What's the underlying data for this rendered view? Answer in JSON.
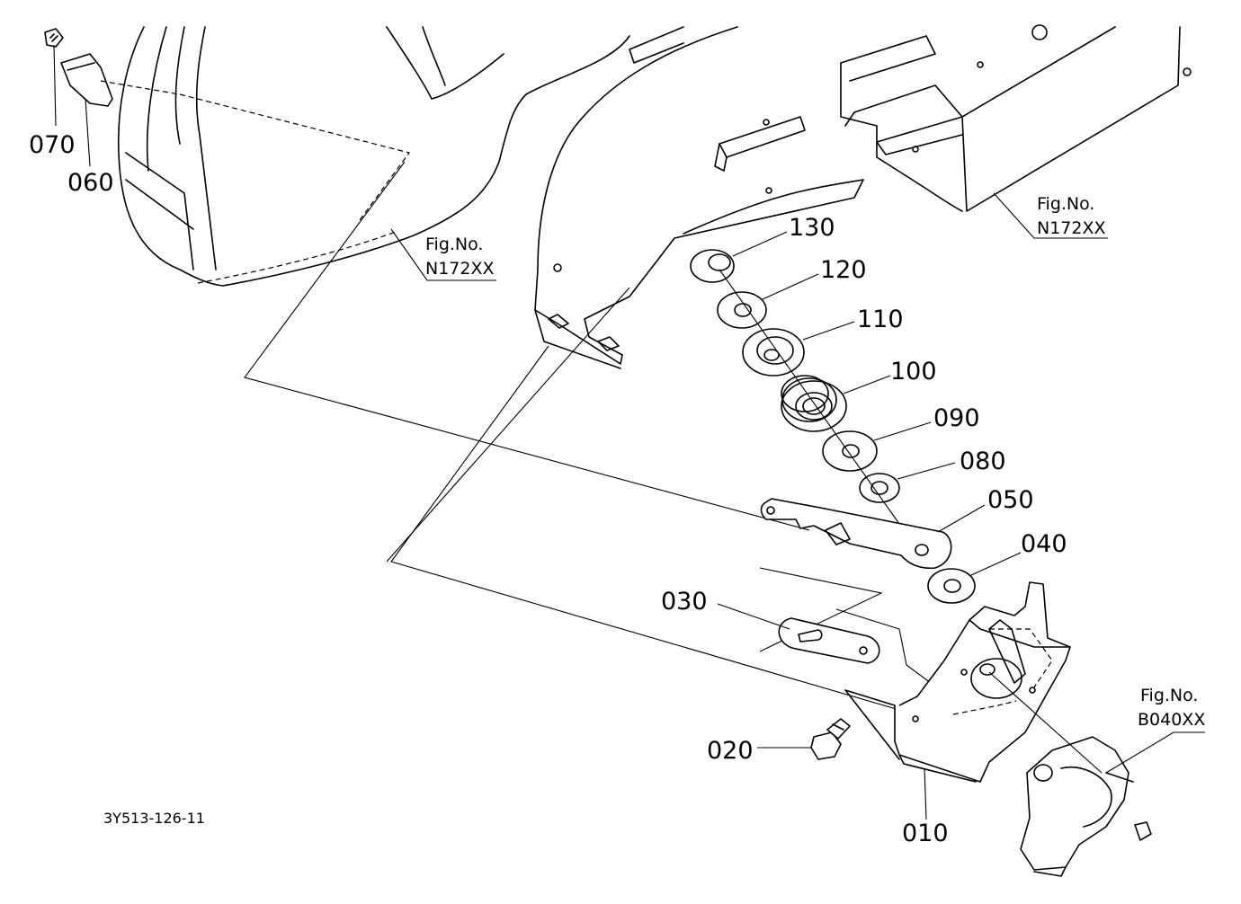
{
  "part_labels": [
    "070",
    "060",
    "130",
    "120",
    "110",
    "100",
    "090",
    "080",
    "050",
    "040",
    "030",
    "020",
    "010"
  ],
  "fig_refs": [
    {
      "title": "Fig.No.",
      "code": "N172XX"
    },
    {
      "title": "Fig.No.",
      "code": "N172XX"
    },
    {
      "title": "Fig.No.",
      "code": "B040XX"
    }
  ],
  "drawing_code": "3Y513-126-11"
}
